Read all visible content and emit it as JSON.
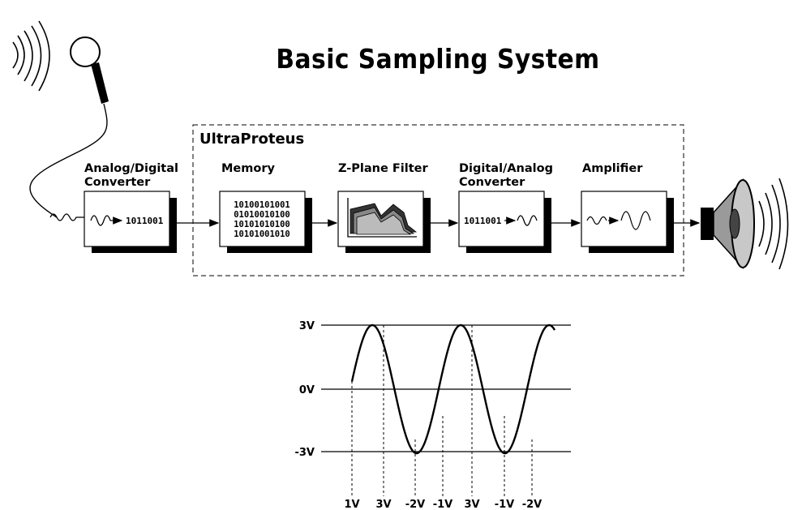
{
  "title": "Basic Sampling System",
  "group_label": "UltraProteus",
  "stages": [
    {
      "label_lines": [
        "Analog/Digital",
        "Converter"
      ],
      "content": "1011001"
    },
    {
      "label_lines": [
        "Memory"
      ],
      "content_lines": [
        "10100101001",
        "01010010100",
        "10101010100",
        "10101001010"
      ]
    },
    {
      "label_lines": [
        "Z-Plane Filter"
      ]
    },
    {
      "label_lines": [
        "Digital/Analog",
        "Converter"
      ],
      "content": "1011001"
    },
    {
      "label_lines": [
        "Amplifier"
      ]
    }
  ],
  "waveform": {
    "y_levels": [
      "3V",
      "0V",
      "-3V"
    ],
    "sample_labels": [
      "1V",
      "3V",
      "-2V",
      "-1V",
      "3V",
      "-1V",
      "-2V"
    ]
  },
  "icons": [
    "microphone-icon",
    "speaker-icon",
    "sound-waves-icon"
  ]
}
